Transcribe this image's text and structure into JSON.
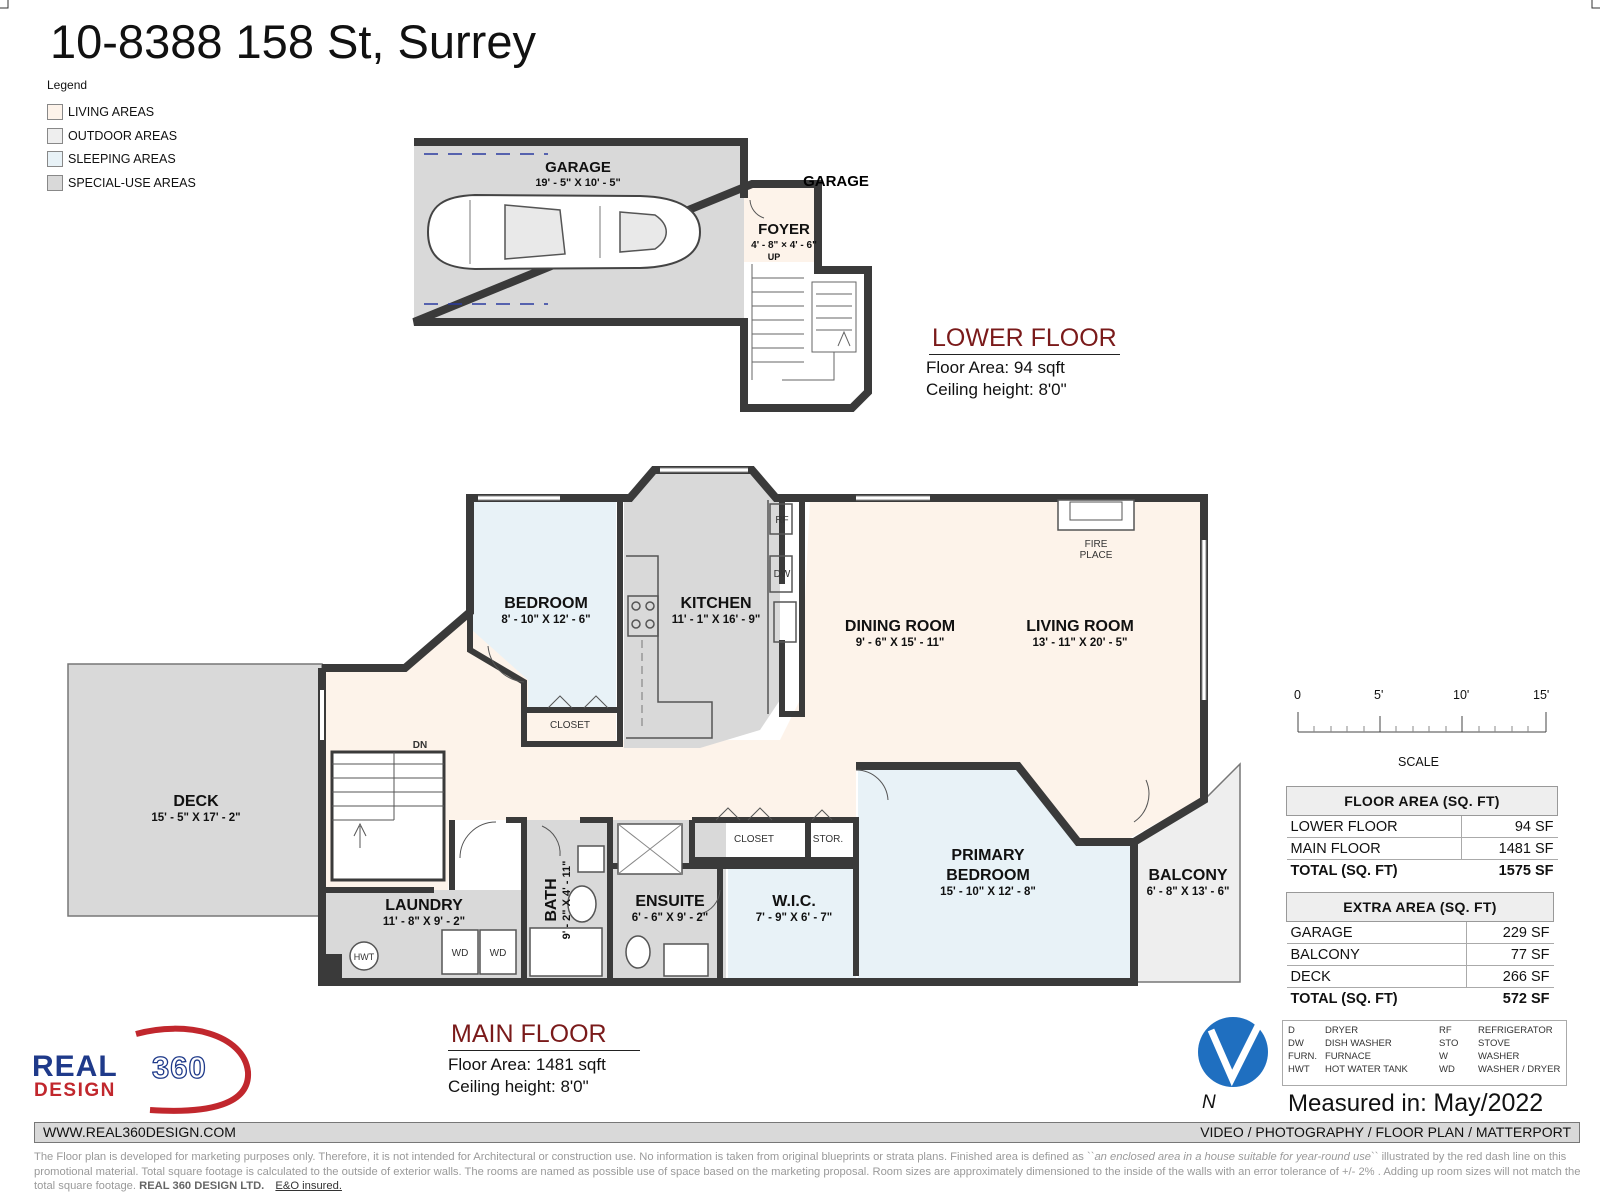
{
  "title": "10-8388 158 St, Surrey",
  "legend": {
    "title": "Legend",
    "items": [
      {
        "label": "LIVING AREAS",
        "color": "#fdf3ea"
      },
      {
        "label": "OUTDOOR AREAS",
        "color": "#eeeeee"
      },
      {
        "label": "SLEEPING AREAS",
        "color": "#e8f2f7"
      },
      {
        "label": "SPECIAL-USE AREAS",
        "color": "#d9d9d9"
      }
    ]
  },
  "lower_floor": {
    "title": "LOWER FLOOR",
    "area": "Floor Area: 94 sqft",
    "ceiling": "Ceiling height: 8'0\"",
    "rooms": {
      "garage": {
        "name": "GARAGE",
        "dims": "19' - 5\" X 10' - 5\""
      },
      "foyer": {
        "name": "FOYER",
        "dims": "4' - 8\" × 4' - 6\""
      }
    },
    "stair_label": "UP"
  },
  "main_floor": {
    "title": "MAIN FLOOR",
    "area": "Floor Area: 1481 sqft",
    "ceiling": "Ceiling height: 8'0\"",
    "rooms": {
      "bedroom": {
        "name": "BEDROOM",
        "dims": "8' - 10\" X 12' - 6\""
      },
      "kitchen": {
        "name": "KITCHEN",
        "dims": "11' - 1\" X 16' - 9\""
      },
      "dining": {
        "name": "DINING ROOM",
        "dims": "9' - 6\" X 15' - 11\""
      },
      "living": {
        "name": "LIVING ROOM",
        "dims": "13' - 11\" X 20' - 5\""
      },
      "deck": {
        "name": "DECK",
        "dims": "15' - 5\" X 17' - 2\""
      },
      "laundry": {
        "name": "LAUNDRY",
        "dims": "11' - 8\" X 9' - 2\""
      },
      "bath": {
        "name": "BATH",
        "dims": "9' - 2\" X 4' - 11\""
      },
      "ensuite": {
        "name": "ENSUITE",
        "dims": "6' - 6\" X 9' - 2\""
      },
      "wic": {
        "name": "W.I.C.",
        "dims": "7' - 9\" X 6' - 7\""
      },
      "primary": {
        "name": "PRIMARY",
        "name2": "BEDROOM",
        "dims": "15' - 10\" X 12' - 8\""
      },
      "balcony": {
        "name": "BALCONY",
        "dims": "6' - 8\" X 13' - 6\""
      }
    },
    "fixtures": {
      "fireplace_1": "FIRE",
      "fireplace_2": "PLACE",
      "closet_bedroom": "CLOSET",
      "closet_hall": "CLOSET",
      "storage": "STOR.",
      "rf": "RF",
      "dw": "DW",
      "hwt": "HWT",
      "wd1": "WD",
      "wd2": "WD",
      "stair_label": "DN"
    }
  },
  "scale": {
    "label": "SCALE",
    "ticks": [
      "0",
      "5'",
      "10'",
      "15'"
    ]
  },
  "floor_area_table": {
    "header": "FLOOR AREA (SQ. FT)",
    "rows": [
      {
        "label": "LOWER FLOOR",
        "value": "94 SF"
      },
      {
        "label": "MAIN FLOOR",
        "value": "1481 SF"
      }
    ],
    "total": {
      "label": "TOTAL (SQ. FT)",
      "value": "1575 SF"
    }
  },
  "extra_area_table": {
    "header": "EXTRA AREA (SQ. FT)",
    "rows": [
      {
        "label": "GARAGE",
        "value": "229 SF"
      },
      {
        "label": "BALCONY",
        "value": "77 SF"
      },
      {
        "label": "DECK",
        "value": "266 SF"
      }
    ],
    "total": {
      "label": "TOTAL (SQ. FT)",
      "value": "572 SF"
    }
  },
  "abbreviations": [
    {
      "code": "D",
      "meaning": "DRYER",
      "code2": "RF",
      "meaning2": "REFRIGERATOR"
    },
    {
      "code": "DW",
      "meaning": "DISH WASHER",
      "code2": "STO",
      "meaning2": "STOVE"
    },
    {
      "code": "FURN.",
      "meaning": "FURNACE",
      "code2": "W",
      "meaning2": "WASHER"
    },
    {
      "code": "HWT",
      "meaning": "HOT WATER TANK",
      "code2": "WD",
      "meaning2": "WASHER / DRYER"
    }
  ],
  "north_label": "N",
  "measured": {
    "prefix": "Measured in:",
    "date": "May/2022"
  },
  "logo": {
    "part1": "REAL",
    "part2": "360",
    "part3": "DESIGN"
  },
  "footer": {
    "website": "WWW.REAL360DESIGN.COM",
    "services": "VIDEO / PHOTOGRAPHY / FLOOR PLAN / MATTERPORT"
  },
  "disclaimer": {
    "text_a": "The Floor plan is developed for marketing purposes only. Therefore, it is not intended for Architectural or construction use. No information is taken from original blueprints or strata plans. Finished area is defined as ``",
    "text_b": "an enclosed area in a house suitable for year-round use",
    "text_c": "`` illustrated by the red dash line on this promotional material. Total square footage is calculated to the outside of exterior walls. The rooms are named as possible use of space based on the marketing proposal. Room sizes are approximately dimensioned to the inside of the walls with an error tolerance of +/- 2% . Adding up room sizes will not match the total square footage.",
    "company": "REAL 360 DESIGN LTD.",
    "eo": "E&O insured."
  },
  "colors": {
    "living": "#fdf3ea",
    "sleeping": "#e8f2f7",
    "special": "#d9d9d9",
    "outdoor": "#eeeeee",
    "wall": "#3a3a3a",
    "floor_title": "#7a1a1a",
    "brand_blue": "#1f3a8a",
    "brand_red": "#c1272d"
  }
}
